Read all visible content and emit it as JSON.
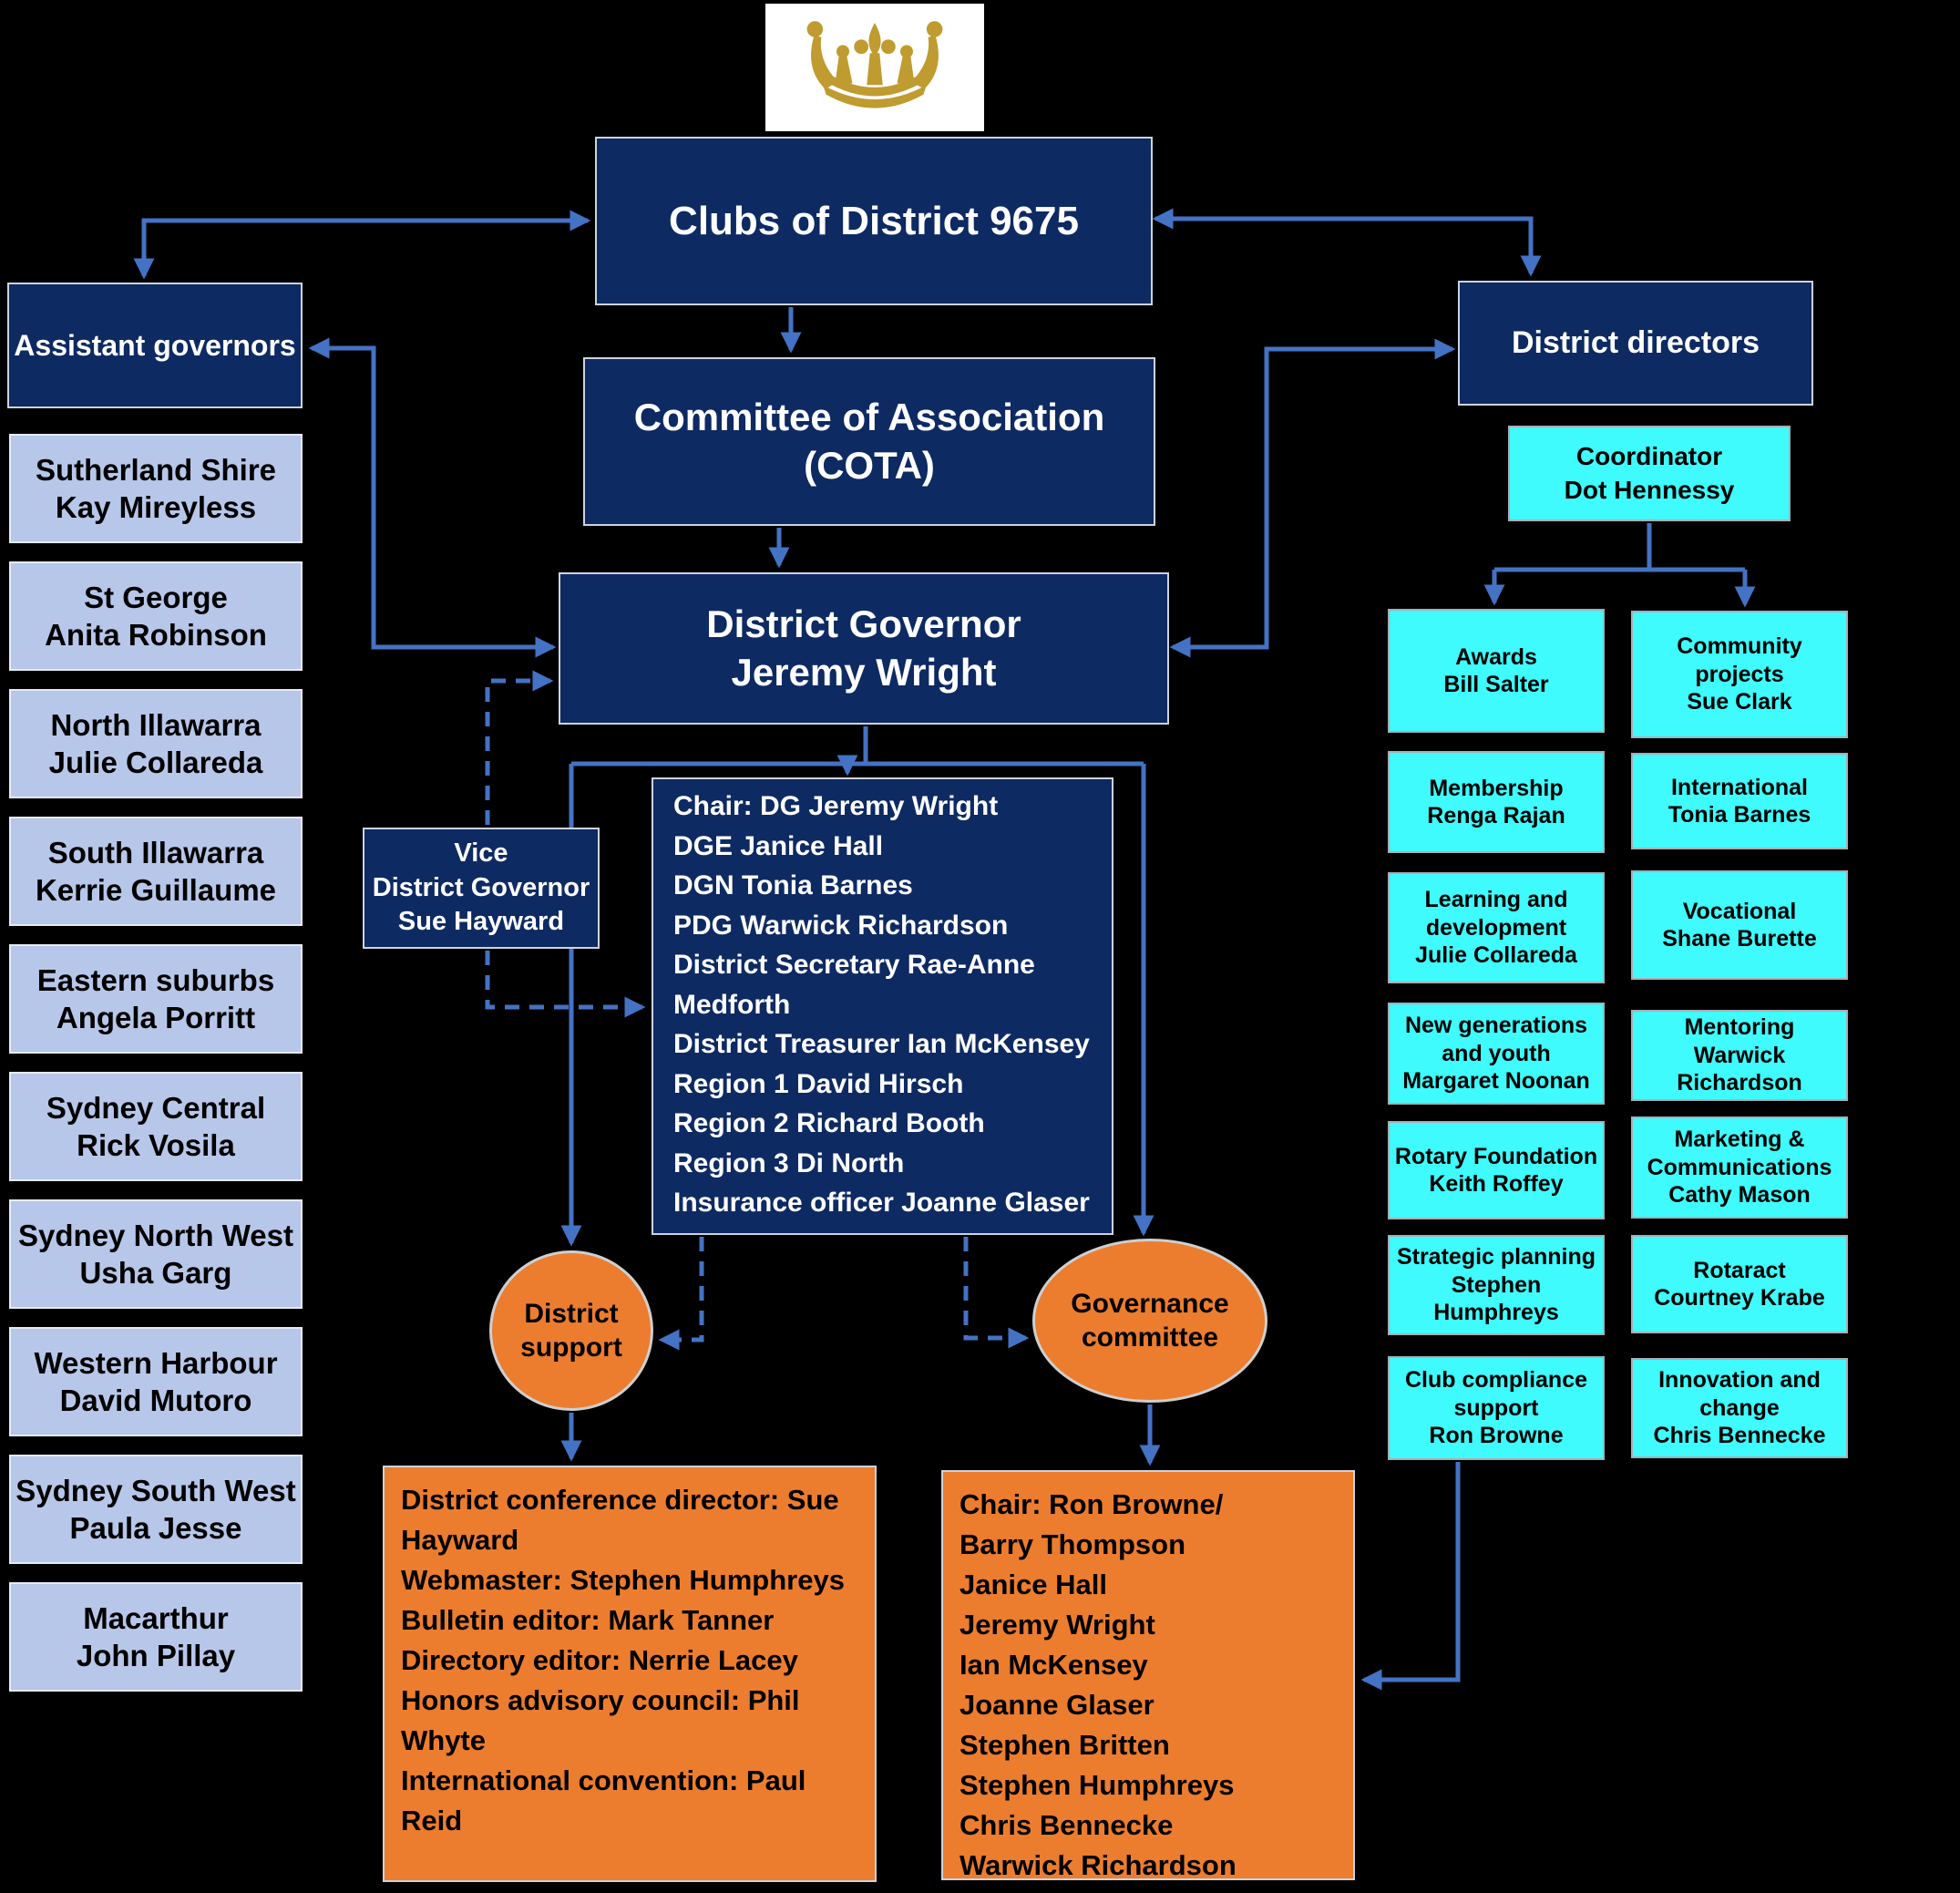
{
  "logo": {
    "icon": "crown",
    "color": "#bf9b30"
  },
  "top": {
    "clubs": "Clubs of District 9675",
    "cota_line1": "Committee of Association",
    "cota_line2": "(COTA)",
    "dg_line1": "District Governor",
    "dg_line2": "Jeremy Wright"
  },
  "vice_dg": {
    "lines": [
      "Vice",
      "District Governor",
      "Sue Hayward"
    ]
  },
  "chair_committee": {
    "lines": [
      "Chair: DG Jeremy Wright",
      "DGE Janice Hall",
      "DGN Tonia Barnes",
      "PDG Warwick Richardson",
      "District Secretary Rae-Anne Medforth",
      "District Treasurer Ian McKensey",
      "Region 1 David Hirsch",
      "Region 2 Richard Booth",
      "Region 3 Di North",
      "Insurance officer Joanne Glaser"
    ]
  },
  "assistant_governors": {
    "title": "Assistant governors",
    "items": [
      {
        "region": "Sutherland Shire",
        "name": "Kay Mireyless"
      },
      {
        "region": "St George",
        "name": "Anita Robinson"
      },
      {
        "region": "North Illawarra",
        "name": "Julie Collareda"
      },
      {
        "region": "South Illawarra",
        "name": "Kerrie Guillaume"
      },
      {
        "region": "Eastern suburbs",
        "name": "Angela Porritt"
      },
      {
        "region": "Sydney Central",
        "name": "Rick Vosila"
      },
      {
        "region": "Sydney North West",
        "name": "Usha Garg"
      },
      {
        "region": "Western Harbour",
        "name": "David Mutoro"
      },
      {
        "region": "Sydney South West",
        "name": "Paula Jesse"
      },
      {
        "region": "Macarthur",
        "name": "John Pillay"
      }
    ]
  },
  "district_directors": {
    "title": "District directors",
    "coordinator": {
      "role": "Coordinator",
      "name": "Dot Hennessy"
    },
    "left_column": [
      {
        "role": "Awards",
        "name": "Bill Salter"
      },
      {
        "role": "Membership",
        "name": "Renga Rajan"
      },
      {
        "role": "Learning and development",
        "name": "Julie Collareda"
      },
      {
        "role": "New generations and youth",
        "name": "Margaret Noonan"
      },
      {
        "role": "Rotary Foundation",
        "name": "Keith Roffey"
      },
      {
        "role": "Strategic planning",
        "name": "Stephen Humphreys"
      },
      {
        "role": "Club compliance support",
        "name": "Ron Browne"
      }
    ],
    "right_column": [
      {
        "role": "Community projects",
        "name": "Sue Clark"
      },
      {
        "role": "International",
        "name": "Tonia Barnes"
      },
      {
        "role": "Vocational",
        "name": "Shane Burette"
      },
      {
        "role": "Mentoring",
        "name": "Warwick Richardson"
      },
      {
        "role": "Marketing & Communications",
        "name": "Cathy Mason"
      },
      {
        "role": "Rotaract",
        "name": "Courtney Krabe"
      },
      {
        "role": "Innovation and change",
        "name": "Chris Bennecke"
      }
    ]
  },
  "district_support": {
    "label_lines": [
      "District",
      "support"
    ],
    "roles": [
      "District conference director: Sue Hayward",
      "Webmaster: Stephen Humphreys",
      "Bulletin editor: Mark Tanner",
      "Directory editor: Nerrie Lacey",
      "Honors advisory council: Phil Whyte",
      "International convention: Paul Reid"
    ]
  },
  "governance_committee": {
    "label_lines": [
      "Governance",
      "committee"
    ],
    "members": [
      "Chair: Ron Browne/",
      "Barry Thompson",
      "Janice Hall",
      "Jeremy Wright",
      "Ian McKensey",
      "Joanne Glaser",
      "Stephen Britten",
      "Stephen Humphreys",
      "Chris Bennecke",
      "Warwick Richardson"
    ]
  },
  "colors": {
    "navy": "#0e2a63",
    "lavender": "#b7c7e9",
    "cyan": "#3ffbfd",
    "orange": "#ec7d2f",
    "arrow": "#4472c4",
    "gold": "#bf9b30",
    "background": "#000000"
  }
}
